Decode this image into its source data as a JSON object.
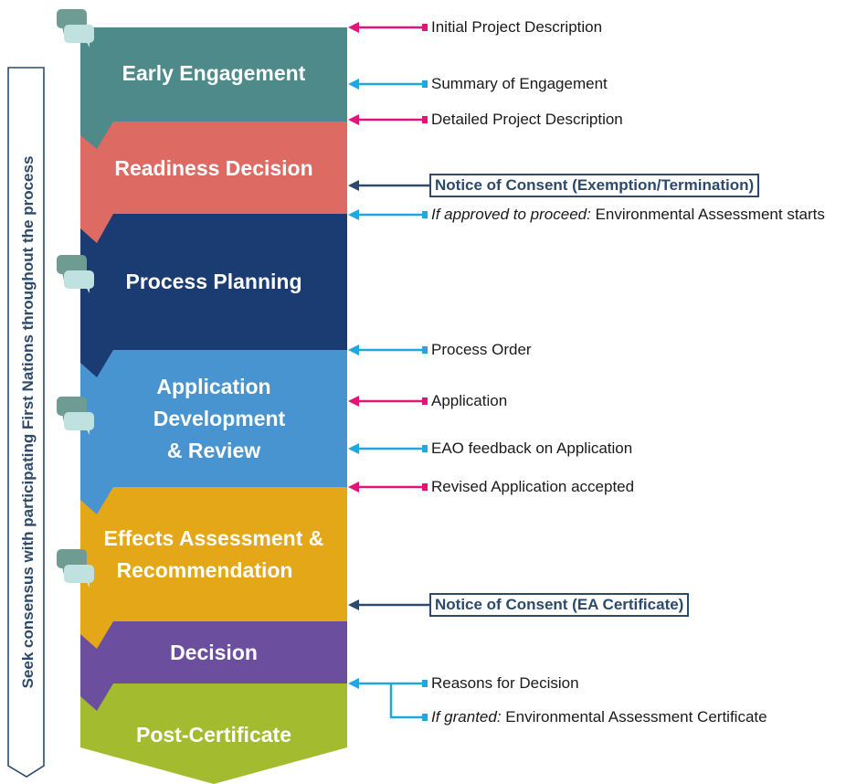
{
  "side_text": "Seek consensus with participating First Nations throughout the process",
  "stages": [
    {
      "label": "Early Engagement",
      "color": "#4f8a8b"
    },
    {
      "label": "Readiness Decision",
      "color": "#dd6b63"
    },
    {
      "label": "Process Planning",
      "color": "#1b3b73"
    },
    {
      "label_lines": [
        "Application",
        "Development",
        "& Review"
      ],
      "color": "#4794d0"
    },
    {
      "label_lines": [
        "Effects Assessment &",
        "Recommendation"
      ],
      "color": "#e4a718"
    },
    {
      "label": "Decision",
      "color": "#6b4e9e"
    },
    {
      "label": "Post-Certificate",
      "color": "#a3bb2e"
    }
  ],
  "outputs": {
    "initial_project_description": "Initial Project Description",
    "summary_of_engagement": "Summary of Engagement",
    "detailed_project_description": "Detailed Project Description",
    "notice_exemption": "Notice of Consent (Exemption/Termination)",
    "approved_italic": "If approved to proceed:",
    "approved_rest": " Environmental Assessment starts",
    "process_order": "Process Order",
    "application": "Application",
    "eao_feedback": "EAO feedback on Application",
    "revised_application": "Revised Application accepted",
    "notice_ea_certificate": "Notice of Consent (EA Certificate)",
    "reasons_for_decision": "Reasons for Decision",
    "granted_italic": "If granted:",
    "granted_rest": " Environmental Assessment Certificate"
  },
  "colors": {
    "arrow_in": "#e0157a",
    "arrow_out": "#1ea7e1",
    "arrow_notice": "#2c4a6b",
    "icon_dark": "#6e9c92",
    "icon_light": "#bfe1e0"
  },
  "icons": [
    "speech-bubbles-icon",
    "speech-bubbles-icon",
    "speech-bubbles-icon",
    "speech-bubbles-icon"
  ]
}
